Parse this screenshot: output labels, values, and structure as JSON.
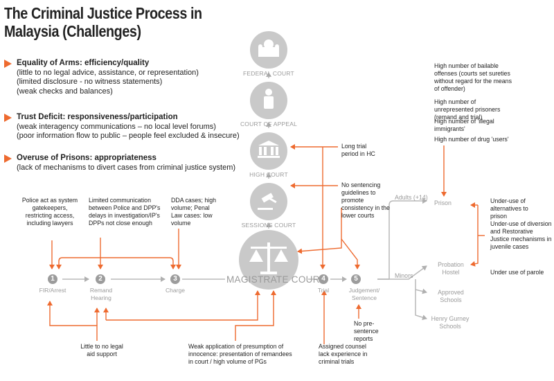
{
  "title": "The Criminal Justice Process in Malaysia (Challenges)",
  "challenges": [
    {
      "heading": "Equality of Arms: efficiency/quality",
      "lines": [
        "(little to no legal advice, assistance, or representation)",
        "(limited disclosure - no witness statements)",
        "(weak checks and balances)"
      ]
    },
    {
      "heading": "Trust Deficit: responsiveness/participation",
      "lines": [
        "(weak interagency communications – no local level forums)",
        "(poor information flow to public – people feel excluded & insecure)"
      ]
    },
    {
      "heading": "Overuse of Prisons: appropriateness",
      "lines": [
        "(lack of mechanisms to divert cases from criminal justice system)"
      ]
    }
  ],
  "courts": {
    "federal": "FEDERAL COURT",
    "appeal": "COURT OF APPEAL",
    "high": "HIGH COURT",
    "sessions": "SESSIONS COURT",
    "magistrate": "MAGISTRATE COURT"
  },
  "stages": [
    {
      "num": "1",
      "label": "FIR/Arrest"
    },
    {
      "num": "2",
      "label": "Remand Hearing"
    },
    {
      "num": "3",
      "label": "Charge"
    },
    {
      "num": "4",
      "label": "Trial"
    },
    {
      "num": "5",
      "label": "Judgement/ Sentence"
    }
  ],
  "outcomes": {
    "adults": "Adults (+14)",
    "minors": "Minors",
    "prison": "Prison",
    "probation": "Probation Hostel",
    "approved": "Approved Schools",
    "gurney": "Henry Gurney Schools"
  },
  "notes": {
    "police": "Police act as system gatekeepers, restricting access, including lawyers",
    "limited_comm": "Limited communication between Police and DPP's delays in investigation/IP's DPPs not close enough",
    "dda": "DDA cases; high volume; Penal Law cases: low volume",
    "long_trial": "Long trial period in HC",
    "no_guidelines": "No sentencing guidelines to promote consistency in the lower courts",
    "bailable": "High number of bailable offenses (courts set sureties without regard for the means of offender)",
    "unrepresented": "High number of unrepresented prisoners (remand and trial)",
    "illegal": "High number of 'illegal immigrants'",
    "drug": "High number of drug 'users'",
    "alternatives": "Under-use of alternatives to prison",
    "diversion": "Under-use of diversion and Restorative Justice mechanisms in juvenile cases",
    "parole": "Under use of parole",
    "no_presentence": "No pre-sentence reports",
    "legal_aid": "Little to no legal aid support",
    "presumption": "Weak application of presumption of innocence: presentation of remandees in court / high volume of PGs",
    "counsel": "Assigned counsel lack experience in criminal trials"
  },
  "colors": {
    "accent": "#ee6a2f",
    "grey": "#9a9a9a"
  }
}
